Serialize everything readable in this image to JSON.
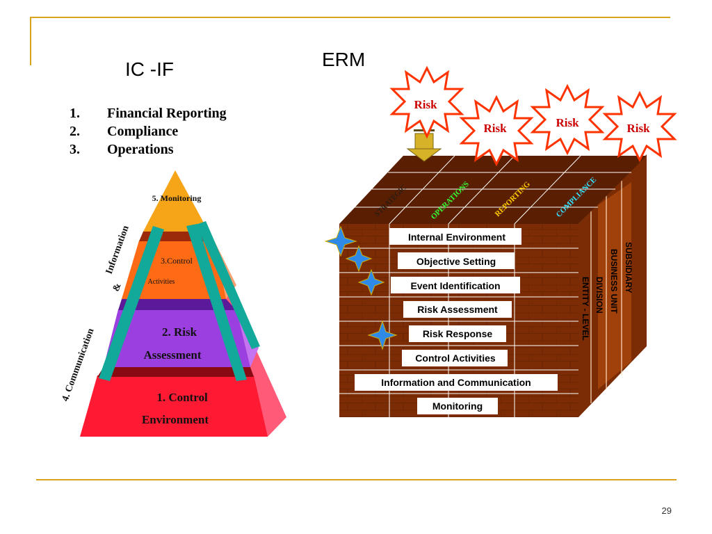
{
  "slide": {
    "title_left": "IC -IF",
    "title_right": "ERM",
    "page_number": "29"
  },
  "objectives": [
    {
      "num": "1.",
      "label": "Financial Reporting"
    },
    {
      "num": "2.",
      "label": "Compliance"
    },
    {
      "num": "3.",
      "label": "Operations"
    }
  ],
  "pyramid": {
    "levels": {
      "monitoring": "5. Monitoring",
      "control_activities_1": "3.Control",
      "control_activities_2": "Activities",
      "risk_assessment_1": "2. Risk",
      "risk_assessment_2": "Assessment",
      "control_environment_1": "1. Control",
      "control_environment_2": "Environment"
    },
    "side_label_information": "Information",
    "side_label_amp": "&",
    "side_label_communication": "4. Communication",
    "colors": {
      "monitoring": "#f7a518",
      "control_activities": "#ff6a14",
      "risk_assessment": "#9b3fe0",
      "control_environment": "#ff1a33",
      "accent_band": "#12a89a"
    }
  },
  "erm": {
    "risk_bursts": [
      "Risk",
      "Risk",
      "Risk",
      "Risk"
    ],
    "top_categories": [
      {
        "label": "STRATEGIC",
        "color": "#1a1a1a"
      },
      {
        "label": "OPERATIONS",
        "color": "#33ff33"
      },
      {
        "label": "REPORTING",
        "color": "#ffcc00"
      },
      {
        "label": "COMPLIANCE",
        "color": "#33e0ff"
      }
    ],
    "components": [
      "Internal Environment",
      "Objective Setting",
      "Event Identification",
      "Risk Assessment",
      "Risk Response",
      "Control Activities",
      "Information and Communication",
      "Monitoring"
    ],
    "side_levels": [
      "SUBSIDIARY",
      "BUSINESS UNIT",
      "DIVISION",
      "ENTITY - LEVEL"
    ],
    "colors": {
      "cube_front": "#7b2c05",
      "cube_top": "#5a1f02",
      "cube_side": "#b84810",
      "burst_stroke": "#ff3300",
      "risk_text": "#cc0000"
    }
  }
}
